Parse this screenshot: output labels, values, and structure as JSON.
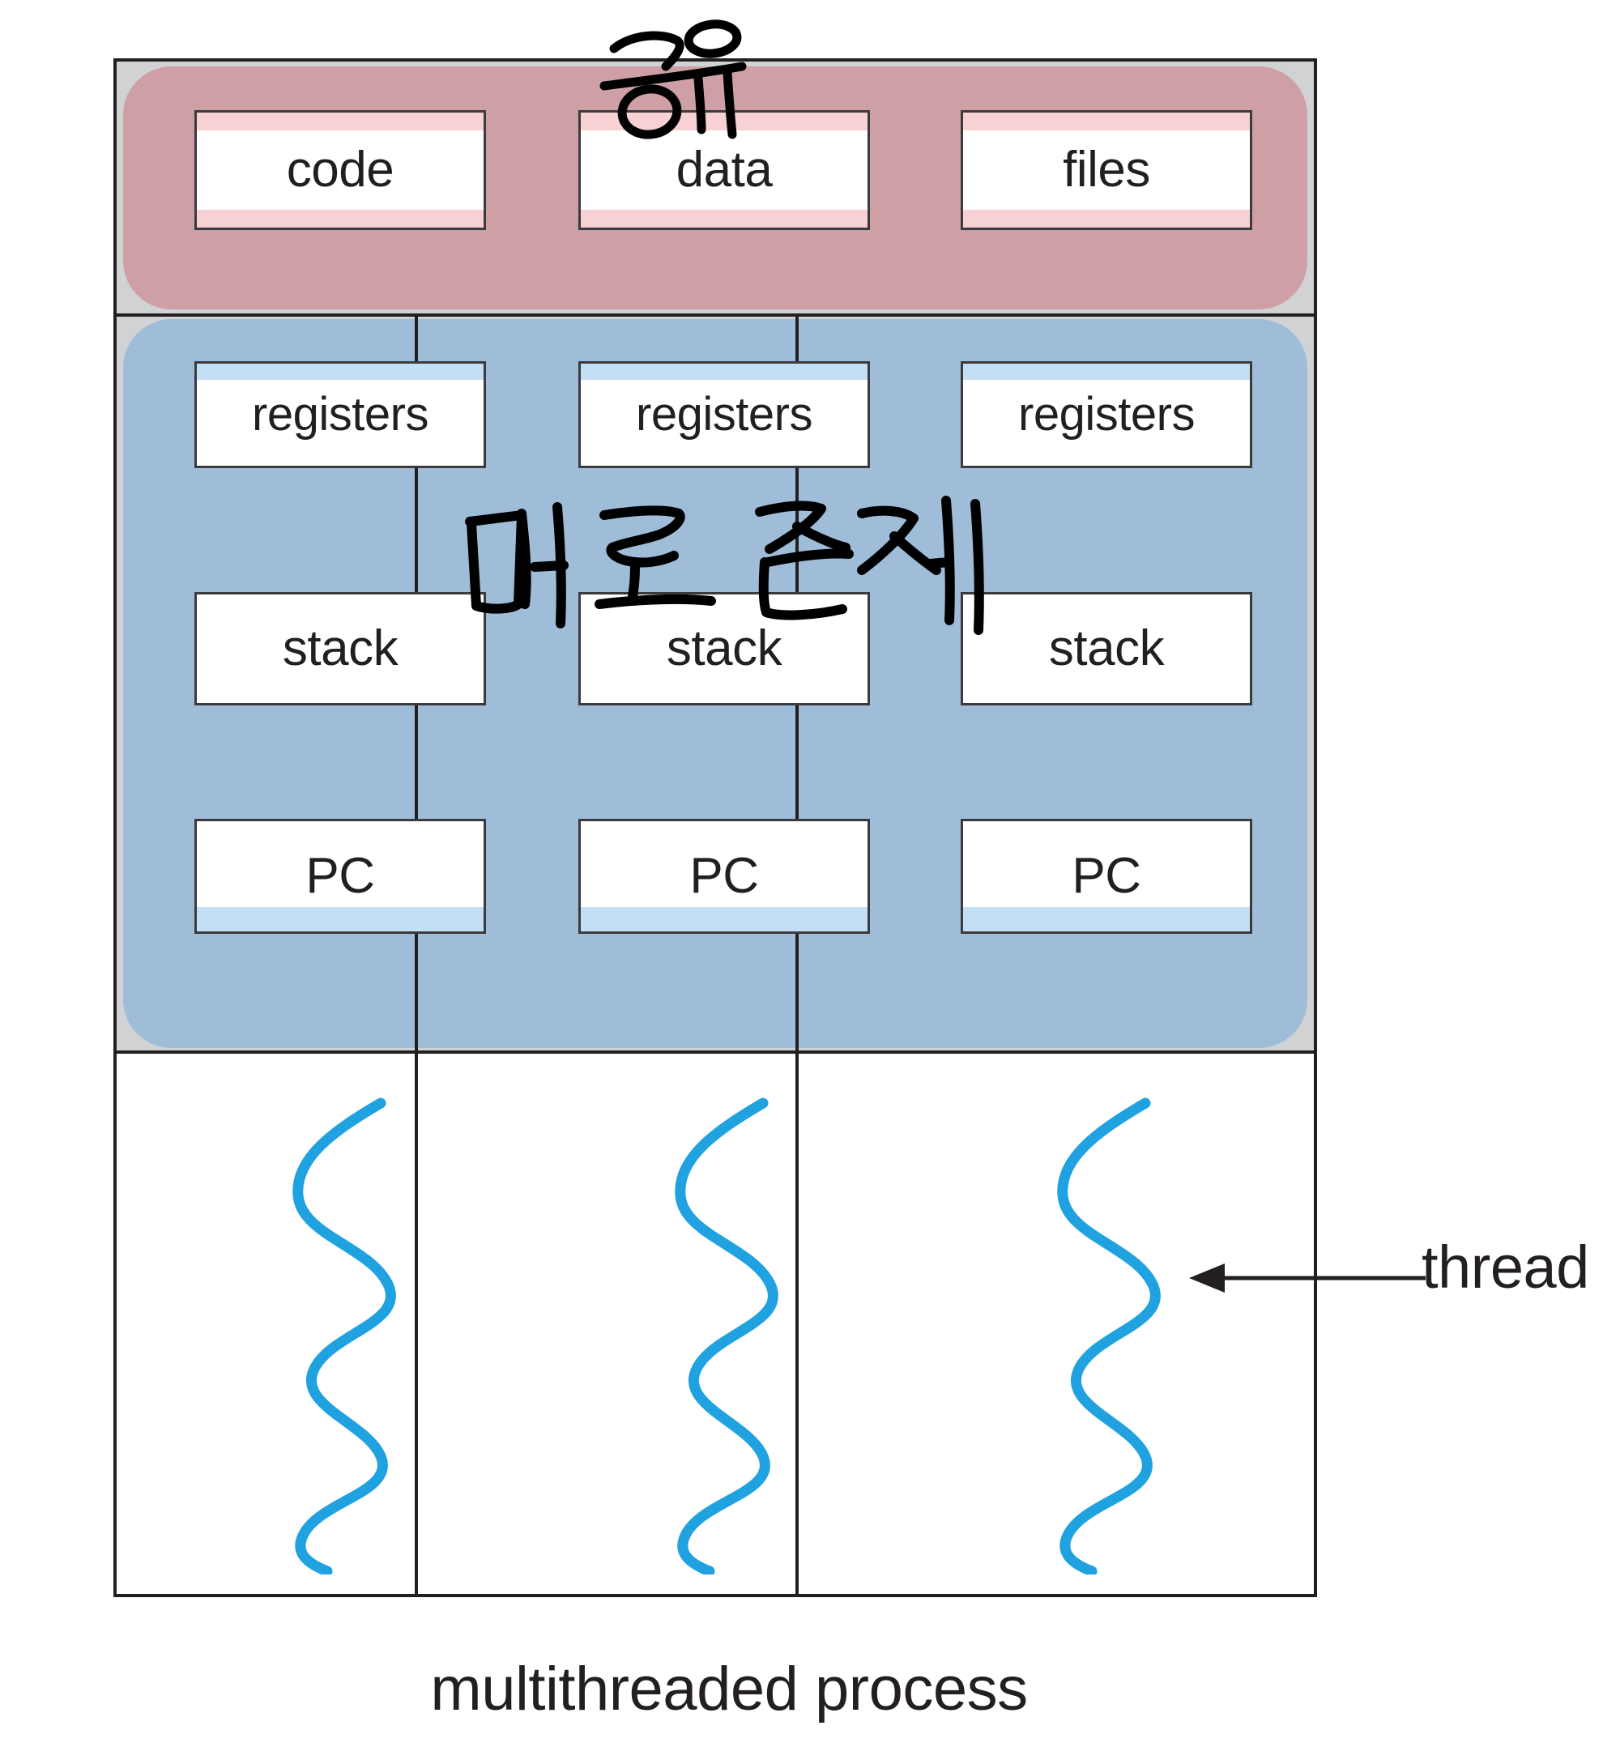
{
  "diagram": {
    "title": "multithreaded process",
    "shared_region": {
      "highlight_color": "#cd9aa0",
      "annotation": "공유",
      "boxes": [
        {
          "label": "code"
        },
        {
          "label": "data"
        },
        {
          "label": "files"
        }
      ]
    },
    "thread_region": {
      "highlight_color": "#9cbad8",
      "annotation": "따로 존재",
      "columns": [
        {
          "boxes": [
            {
              "label": "registers"
            },
            {
              "label": "stack"
            },
            {
              "label": "PC"
            }
          ]
        },
        {
          "boxes": [
            {
              "label": "registers"
            },
            {
              "label": "stack"
            },
            {
              "label": "PC"
            }
          ]
        },
        {
          "boxes": [
            {
              "label": "registers"
            },
            {
              "label": "stack"
            },
            {
              "label": "PC"
            }
          ]
        }
      ]
    },
    "thread_strand_region": {
      "strand_color": "#20a2e0",
      "strands": [
        "thread-squiggle",
        "thread-squiggle",
        "thread-squiggle"
      ]
    },
    "callout": {
      "label": "thread",
      "arrow": "left-arrow"
    }
  },
  "colors": {
    "shared_highlight": "#cd9aa0",
    "thread_highlight": "#9cbad8",
    "strand": "#20a2e0",
    "grey_fill": "#d1d2d4",
    "stroke": "#231f20"
  }
}
